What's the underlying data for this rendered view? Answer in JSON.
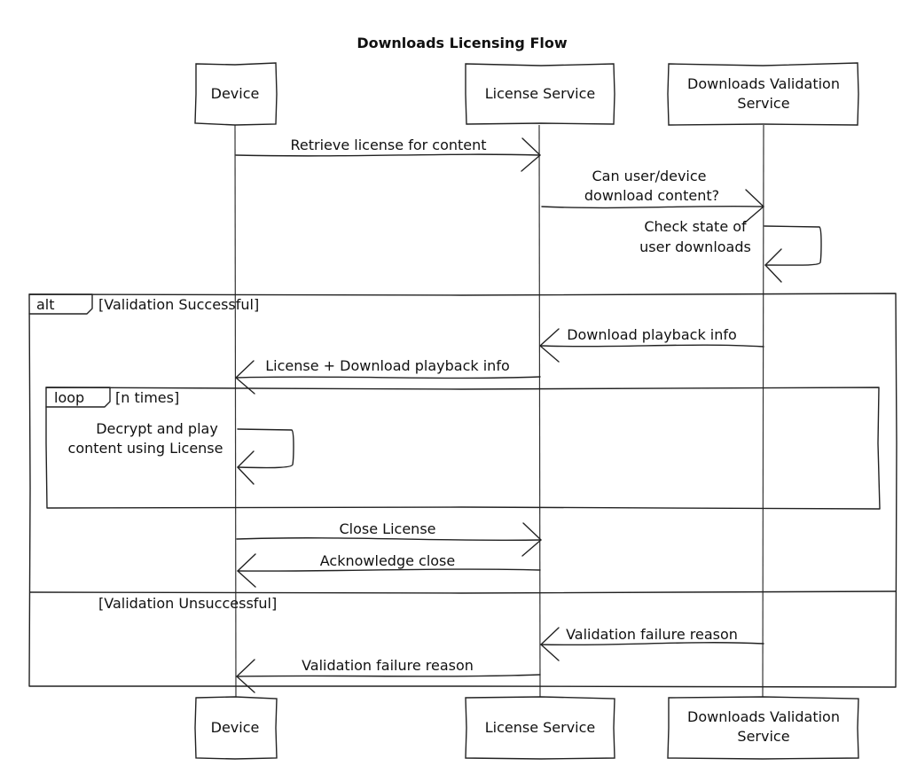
{
  "title": "Downloads Licensing Flow",
  "participants": {
    "device": "Device",
    "license_service": "License Service",
    "validation_line1": "Downloads Validation",
    "validation_line2": "Service"
  },
  "messages": {
    "retrieve_license": "Retrieve license for content",
    "can_download_line1": "Can user/device",
    "can_download_line2": "download content?",
    "check_state_line1": "Check state of",
    "check_state_line2": "user downloads",
    "download_playback_info": "Download playback info",
    "license_plus_playback": "License + Download playback info",
    "decrypt_line1": "Decrypt and play",
    "decrypt_line2": "content using License",
    "close_license": "Close License",
    "acknowledge_close": "Acknowledge close",
    "failure_reason_1": "Validation failure reason",
    "failure_reason_2": "Validation failure reason"
  },
  "frames": {
    "alt": {
      "tag": "alt",
      "condition_success": "[Validation Successful]",
      "condition_failure": "[Validation Unsuccessful]"
    },
    "loop": {
      "tag": "loop",
      "condition": "[n times]"
    }
  }
}
